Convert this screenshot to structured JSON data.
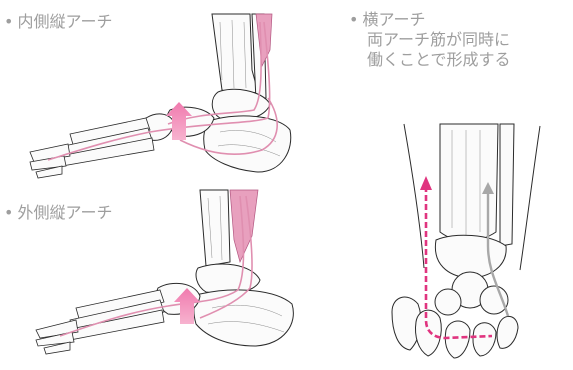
{
  "labels": {
    "bullet": "•",
    "medial_arch": "内側縦アーチ",
    "lateral_arch": "外側縦アーチ",
    "transverse_arch": "横アーチ",
    "transverse_desc_1": "両アーチ筋が同時に",
    "transverse_desc_2": "働くことで形成する"
  },
  "colors": {
    "tendon": "#e08fb0",
    "arrow": "#f29cbf",
    "arrow_strong": "#e0347f",
    "label_text": "#9e9e9e"
  }
}
